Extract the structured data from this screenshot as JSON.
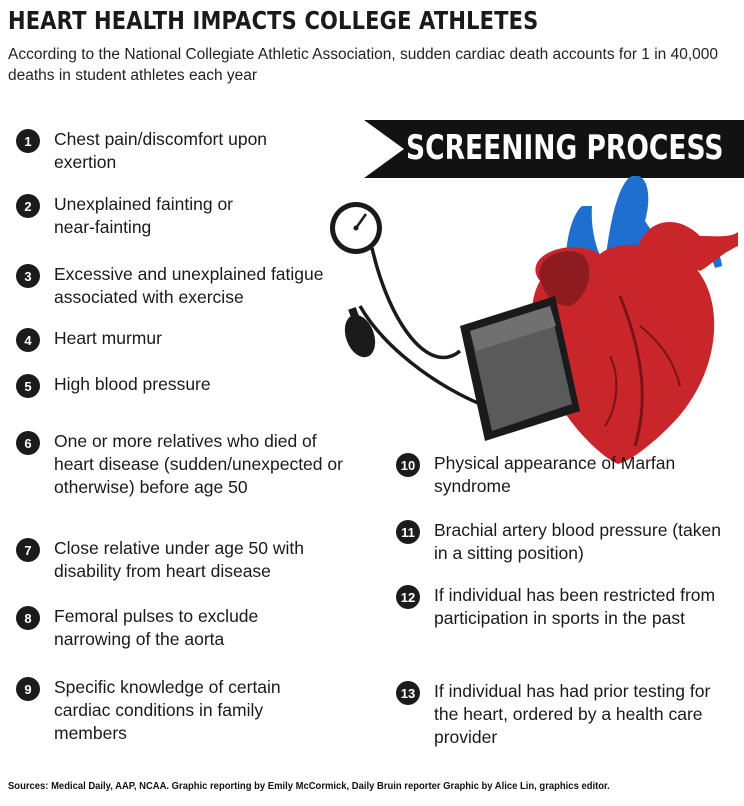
{
  "header": {
    "title": "HEART HEALTH IMPACTS COLLEGE ATHLETES",
    "subtitle": "According to the National Collegiate Athletic Association, sudden cardiac death accounts for 1 in 40,000 deaths in student athletes each year"
  },
  "banner": {
    "label": "SCREENING PROCESS"
  },
  "items": [
    {
      "num": "1",
      "text": "Chest pain/discomfort upon exertion"
    },
    {
      "num": "2",
      "text": "Unexplained fainting or near-fainting"
    },
    {
      "num": "3",
      "text": "Excessive and unexplained fatigue associated with exercise"
    },
    {
      "num": "4",
      "text": "Heart murmur"
    },
    {
      "num": "5",
      "text": "High blood pressure"
    },
    {
      "num": "6",
      "text": "One or more relatives who died of heart disease (sudden/unexpected or otherwise) before age 50"
    },
    {
      "num": "7",
      "text": "Close relative under age 50 with disability from heart disease"
    },
    {
      "num": "8",
      "text": "Femoral pulses to exclude narrowing of the aorta"
    },
    {
      "num": "9",
      "text": "Specific knowledge of certain cardiac conditions in family members"
    },
    {
      "num": "10",
      "text": "Physical appearance of Marfan syndrome"
    },
    {
      "num": "11",
      "text": "Brachial artery blood pressure (taken in a sitting position)"
    },
    {
      "num": "12",
      "text": "If individual has been restricted from participation in sports in the past"
    },
    {
      "num": "13",
      "text": "If individual has had prior testing for the heart, ordered by a health care provider"
    }
  ],
  "footer": {
    "sources": "Sources: Medical Daily, AAP, NCAA. Graphic reporting by Emily McCormick, Daily Bruin reporter Graphic by Alice Lin, graphics editor."
  },
  "colors": {
    "heart_red": "#c8262b",
    "vessel_blue": "#1f6fd1",
    "cuff_gray": "#4d4d4d",
    "ink": "#1a1a1a"
  }
}
